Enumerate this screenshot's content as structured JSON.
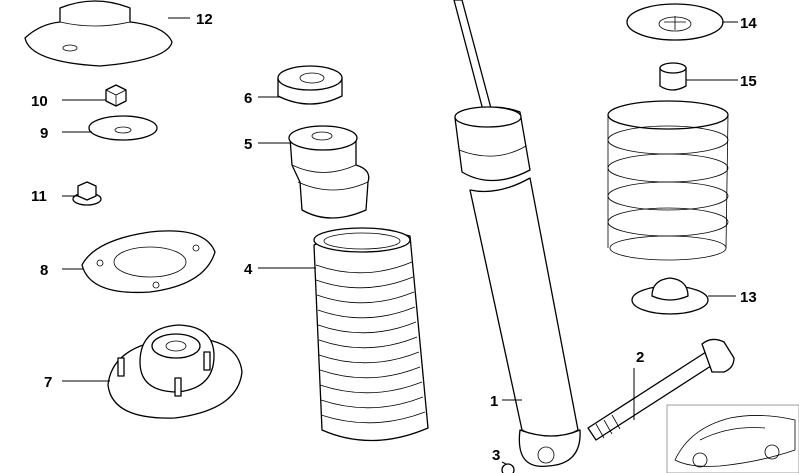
{
  "callouts": [
    {
      "id": "1",
      "label": "1"
    },
    {
      "id": "2",
      "label": "2"
    },
    {
      "id": "3",
      "label": "3"
    },
    {
      "id": "4",
      "label": "4"
    },
    {
      "id": "5",
      "label": "5"
    },
    {
      "id": "6",
      "label": "6"
    },
    {
      "id": "7",
      "label": "7"
    },
    {
      "id": "8",
      "label": "8"
    },
    {
      "id": "9",
      "label": "9"
    },
    {
      "id": "10",
      "label": "10"
    },
    {
      "id": "11",
      "label": "11"
    },
    {
      "id": "12",
      "label": "12"
    },
    {
      "id": "13",
      "label": "13"
    },
    {
      "id": "14",
      "label": "14"
    },
    {
      "id": "15",
      "label": "15"
    }
  ],
  "parts": {
    "p1": "shock-absorber",
    "p2": "bolt",
    "p3": "nut",
    "p4": "protective-boot",
    "p5": "bump-stop",
    "p6": "protective-cap",
    "p7": "strut-mount",
    "p8": "gasket",
    "p9": "washer",
    "p10": "nut",
    "p11": "flange-nut",
    "p12": "cover-cap",
    "p13": "lower-spring-pad",
    "p14": "upper-spring-pad",
    "p15": "bushing"
  }
}
